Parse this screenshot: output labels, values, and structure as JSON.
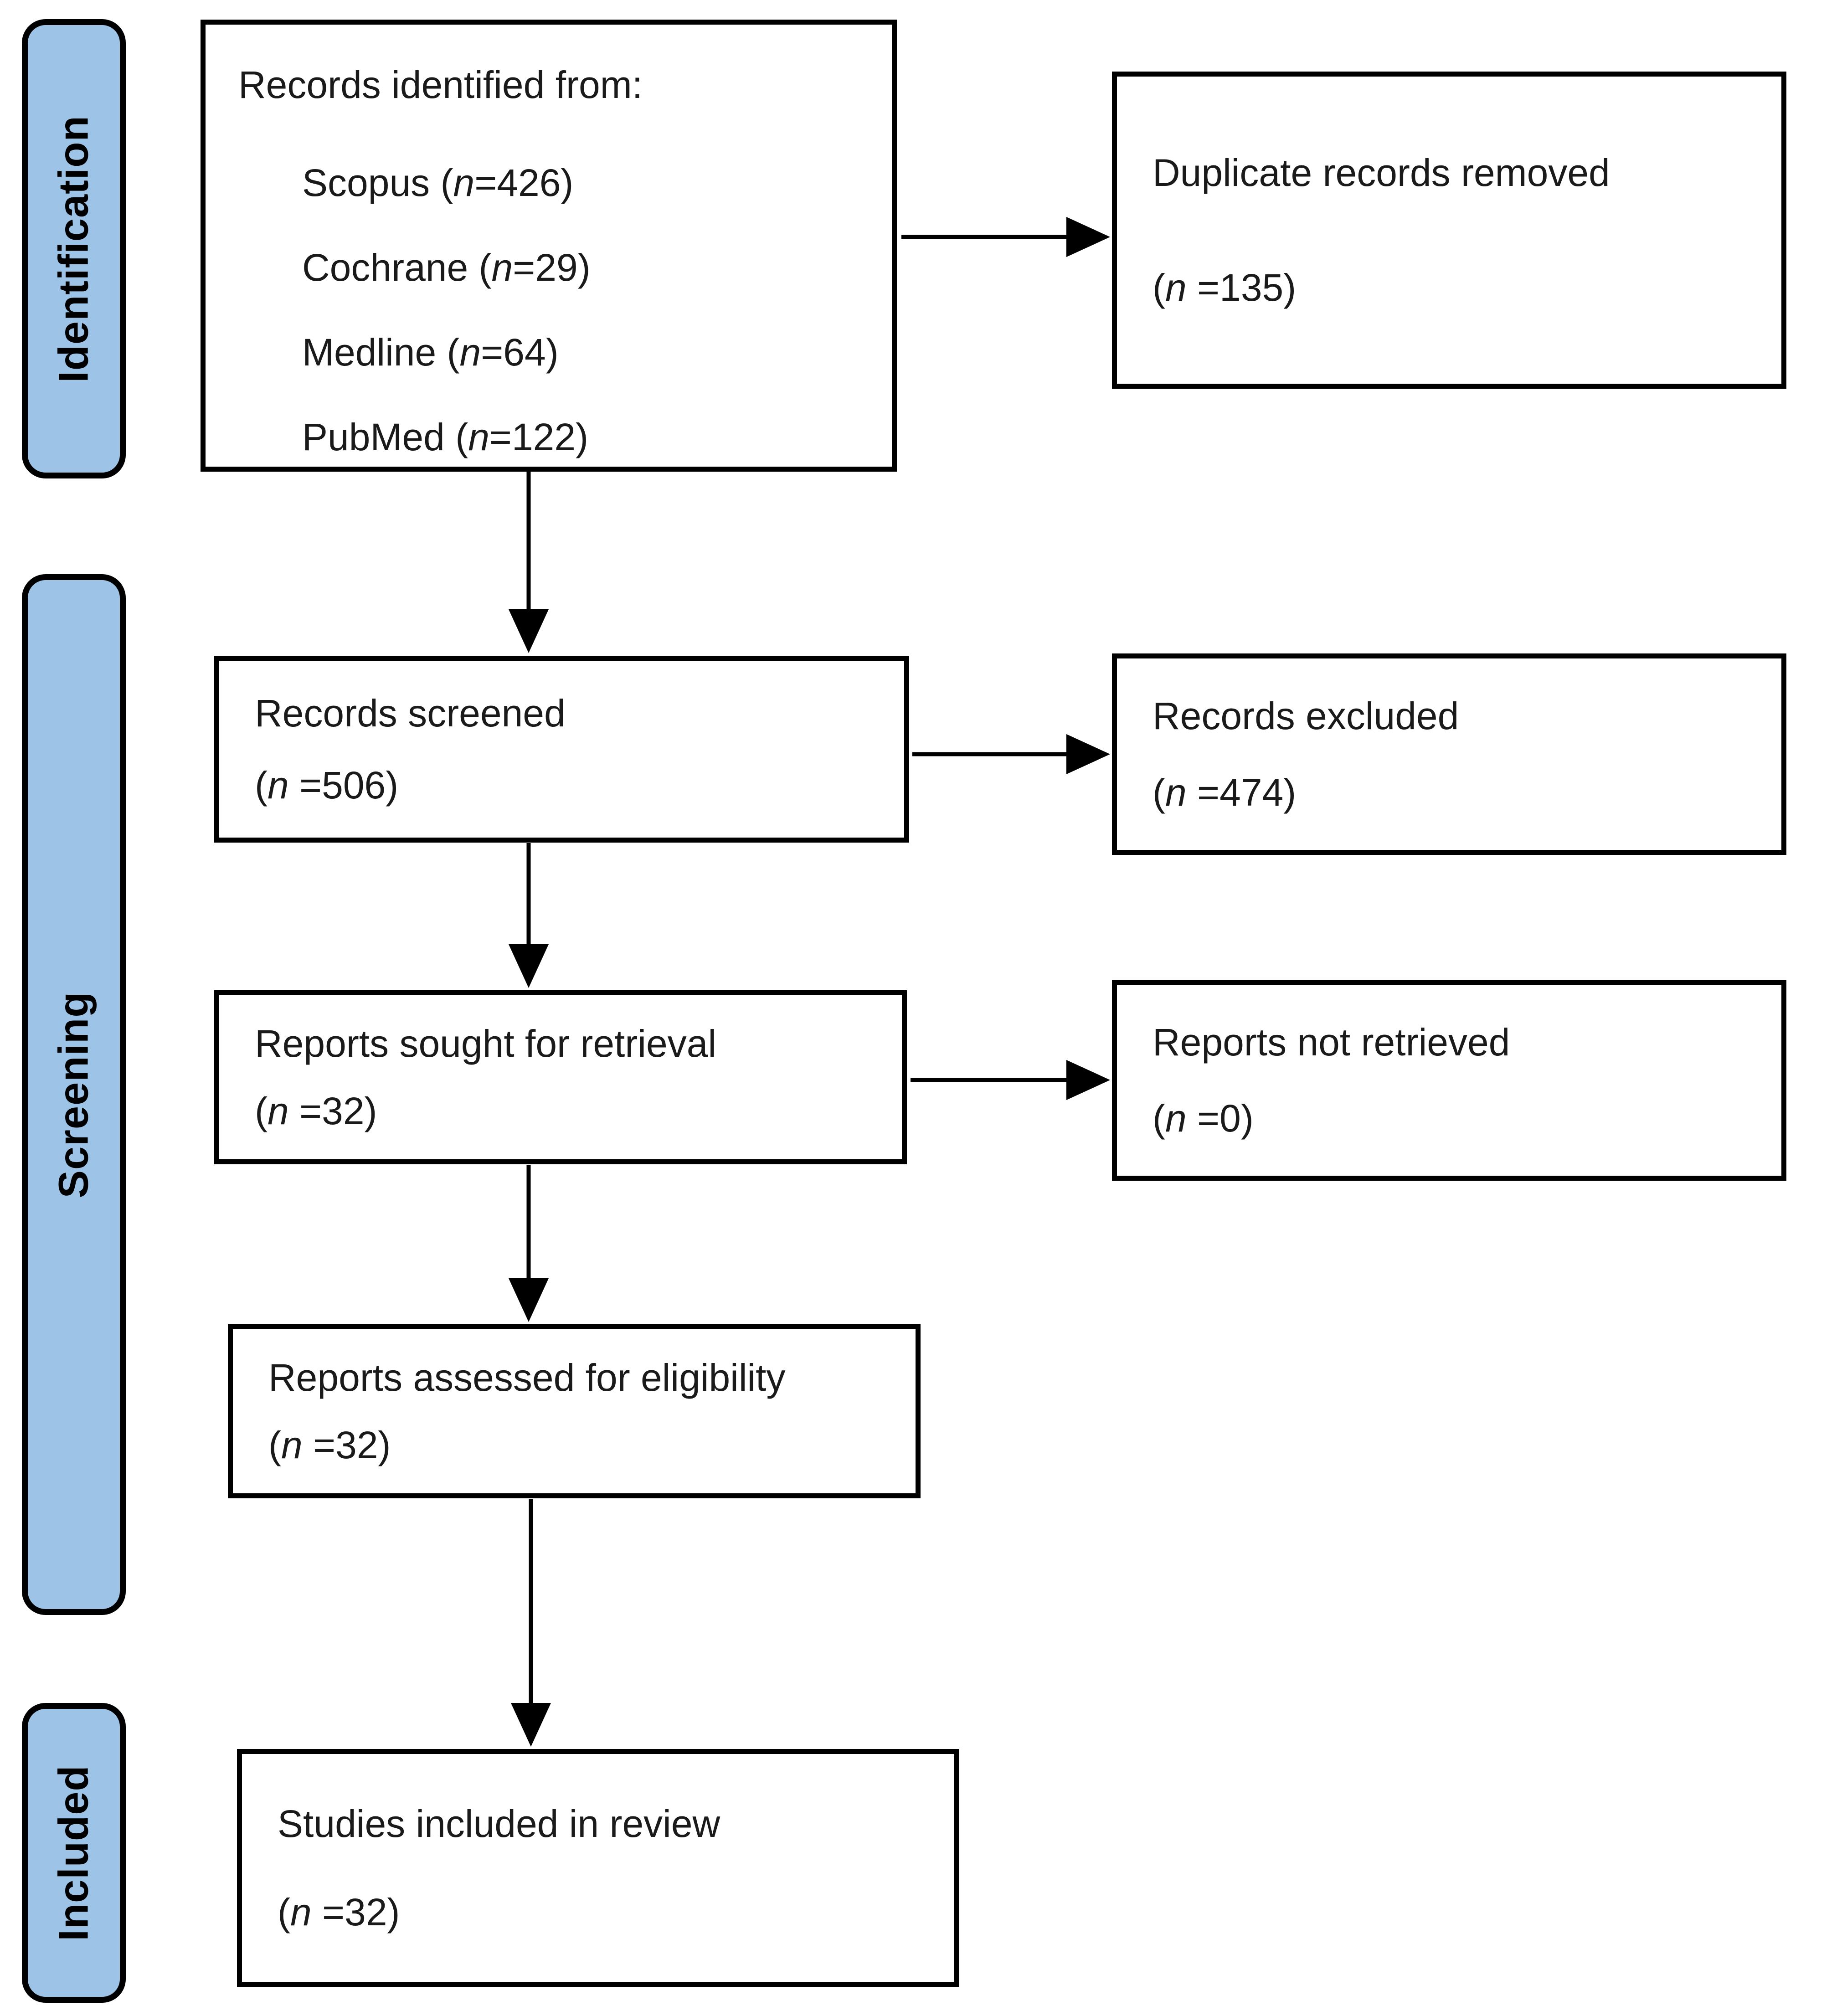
{
  "diagram": {
    "type": "PRISMA flow diagram",
    "colors": {
      "stage_fill": "#9dc3e6",
      "border": "#000000",
      "background": "#ffffff"
    }
  },
  "stages": [
    {
      "label": "Identification"
    },
    {
      "label": "Screening"
    },
    {
      "label": "Included"
    }
  ],
  "boxes": {
    "identified": {
      "title": "Records identified from:",
      "sources": [
        {
          "pre": "Scopus (",
          "n": "n",
          "suf": " =426)"
        },
        {
          "pre": "Cochrane (",
          "n": "n",
          "suf": " =29)"
        },
        {
          "pre": "Medline (",
          "n": "n",
          "suf": " =64)"
        },
        {
          "pre": "PubMed (",
          "n": "n",
          "suf": " =122)"
        }
      ]
    },
    "duplicates_removed": {
      "line1": "Duplicate records removed",
      "pre": "(",
      "n": "n",
      "suf": " =135)"
    },
    "screened": {
      "line1": "Records screened",
      "pre": "(",
      "n": "n",
      "suf": " =506)"
    },
    "excluded": {
      "line1": "Records excluded",
      "pre": "(",
      "n": "n",
      "suf": " =474)"
    },
    "sought": {
      "line1": "Reports sought for retrieval",
      "pre": "(",
      "n": "n",
      "suf": " =32)"
    },
    "not_retrieved": {
      "line1": "Reports not retrieved",
      "pre": "(",
      "n": "n",
      "suf": " =0)"
    },
    "assessed": {
      "line1": "Reports assessed for eligibility",
      "pre": "(",
      "n": "n",
      "suf": " =32)"
    },
    "included_in_review": {
      "line1": "Studies included in review",
      "pre": "(",
      "n": "n",
      "suf": " =32)"
    }
  }
}
